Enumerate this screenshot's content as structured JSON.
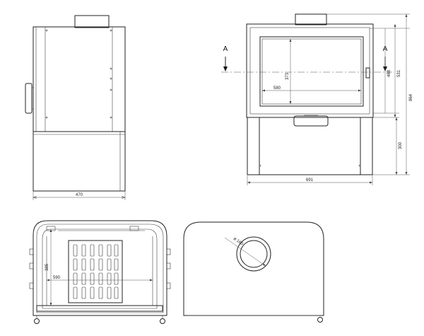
{
  "drawing": {
    "side_view": {
      "width_label": "470"
    },
    "front_view": {
      "width_label": "691",
      "glass_width_label": "580",
      "glass_height_label": "373",
      "glass_total_height_label": "488",
      "body_height_label": "531",
      "total_height_label": "864",
      "leg_height_label": "300",
      "section_marker_left": "A",
      "section_marker_right": "A"
    },
    "section_view": {
      "depth_label": "385",
      "width_label": "590"
    },
    "top_view": {
      "flue_label": "ø 160"
    }
  }
}
